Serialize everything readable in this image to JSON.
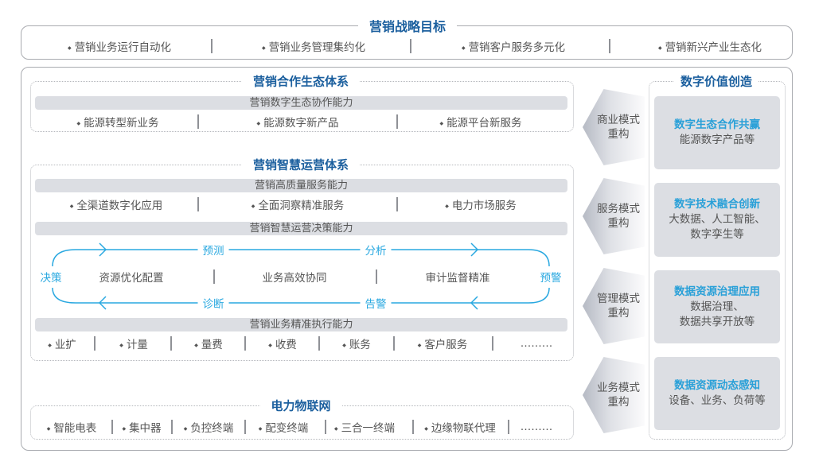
{
  "strategy": {
    "title": "营销战略目标",
    "items": [
      "营销业务运行自动化",
      "营销业务管理集约化",
      "营销客户服务多元化",
      "营销新兴产业生态化"
    ]
  },
  "cooperation": {
    "title": "营销合作生态体系",
    "bar": "营销数字生态协作能力",
    "items": [
      "能源转型新业务",
      "能源数字新产品",
      "能源平台新服务"
    ]
  },
  "operations": {
    "title": "营销智慧运营体系",
    "bar1": "营销高质量服务能力",
    "items1": [
      "全渠道数字化应用",
      "全面洞察精准服务",
      "电力市场服务"
    ],
    "bar2": "营销智慧运营决策能力",
    "loop": {
      "left": "决策",
      "right": "预警",
      "top": [
        "预测",
        "分析"
      ],
      "bottom": [
        "诊断",
        "告警"
      ],
      "center": [
        "资源优化配置",
        "业务高效协同",
        "审计监督精准"
      ]
    },
    "bar3": "营销业务精准执行能力",
    "items3": [
      "业扩",
      "计量",
      "量费",
      "收费",
      "账务",
      "客户服务",
      "………"
    ]
  },
  "iot": {
    "title": "电力物联网",
    "items": [
      "智能电表",
      "集中器",
      "负控终端",
      "配变终端",
      "三合一终端",
      "边缘物联代理",
      "………"
    ]
  },
  "arrows": [
    [
      "商业模式",
      "重构"
    ],
    [
      "服务模式",
      "重构"
    ],
    [
      "管理模式",
      "重构"
    ],
    [
      "业务模式",
      "重构"
    ]
  ],
  "value": {
    "title": "数字价值创造",
    "cards": [
      {
        "head": "数字生态合作共赢",
        "desc": [
          "能源数字产品等"
        ]
      },
      {
        "head": "数字技术融合创新",
        "desc": [
          "大数据、人工智能、",
          "数字孪生等"
        ]
      },
      {
        "head": "数据资源治理应用",
        "desc": [
          "数据治理、",
          "数据共享开放等"
        ]
      },
      {
        "head": "数据资源动态感知",
        "desc": [
          "设备、业务、负荷等"
        ]
      }
    ]
  },
  "colors": {
    "title": "#1b5f9e",
    "accent": "#29a8e0",
    "bar": "#dcdee3"
  }
}
